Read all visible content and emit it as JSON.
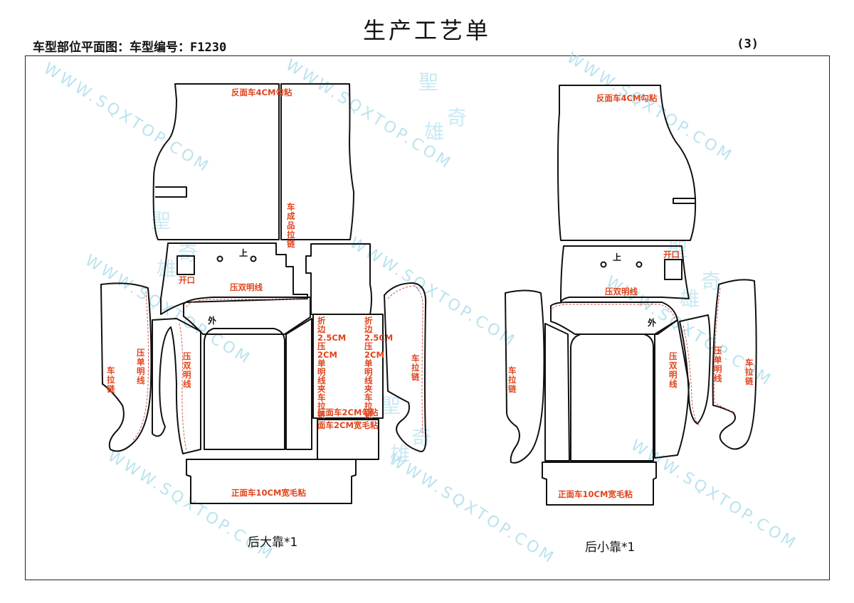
{
  "header": {
    "title": "生产工艺单",
    "subtitle": "车型部位平面图：车型编号：F1230",
    "page_number": "(3)"
  },
  "watermark": {
    "text": "WWW.SQXTOP.COM",
    "logo": [
      "聖",
      "奇",
      "雄"
    ],
    "color": "#9ed8e8"
  },
  "colors": {
    "label": "#e0441c",
    "outline": "#111111",
    "seam": "#d24a3a"
  },
  "left_assembly": {
    "caption": "后大靠*1",
    "top_label": "反面车4CM勾粘",
    "zipper_product": [
      "车",
      "成",
      "品",
      "拉",
      "链"
    ],
    "open_mark": "开口",
    "up_mark": "上",
    "double_line": "压双明线",
    "outside_mark": "外",
    "left_wing_single": [
      "压",
      "单",
      "明",
      "线"
    ],
    "left_wing_zip": [
      "车",
      "拉",
      "链"
    ],
    "inner_double": [
      "压",
      "双",
      "明",
      "线"
    ],
    "fold_col1": [
      "折",
      "边",
      "2.5CM",
      "压",
      "2CM",
      "单",
      "明",
      "线",
      "夹",
      "车",
      "拉",
      "链"
    ],
    "fold_col2": [
      "折",
      "边",
      "2.5CM",
      "压",
      "2CM",
      "单",
      "明",
      "线",
      "夹",
      "车",
      "拉",
      "链"
    ],
    "reverse_2cm": "反面车2CM勾粘",
    "front_2cm": "面车2CM宽毛粘",
    "right_wing_zip": [
      "车",
      "拉",
      "链"
    ],
    "bottom_label": "正面车10CM宽毛粘"
  },
  "right_assembly": {
    "caption": "后小靠*1",
    "top_label": "反面车4CM勾粘",
    "up_mark": "上",
    "open_mark": "开口",
    "double_line": "压双明线",
    "outside_mark": "外",
    "left_wing_zip": [
      "车",
      "拉",
      "链"
    ],
    "inner_double": [
      "压",
      "双",
      "明",
      "线"
    ],
    "right_single": [
      "压",
      "单",
      "明",
      "线"
    ],
    "right_zip": [
      "车",
      "拉",
      "链"
    ],
    "bottom_label": "正面车10CM宽毛粘"
  }
}
